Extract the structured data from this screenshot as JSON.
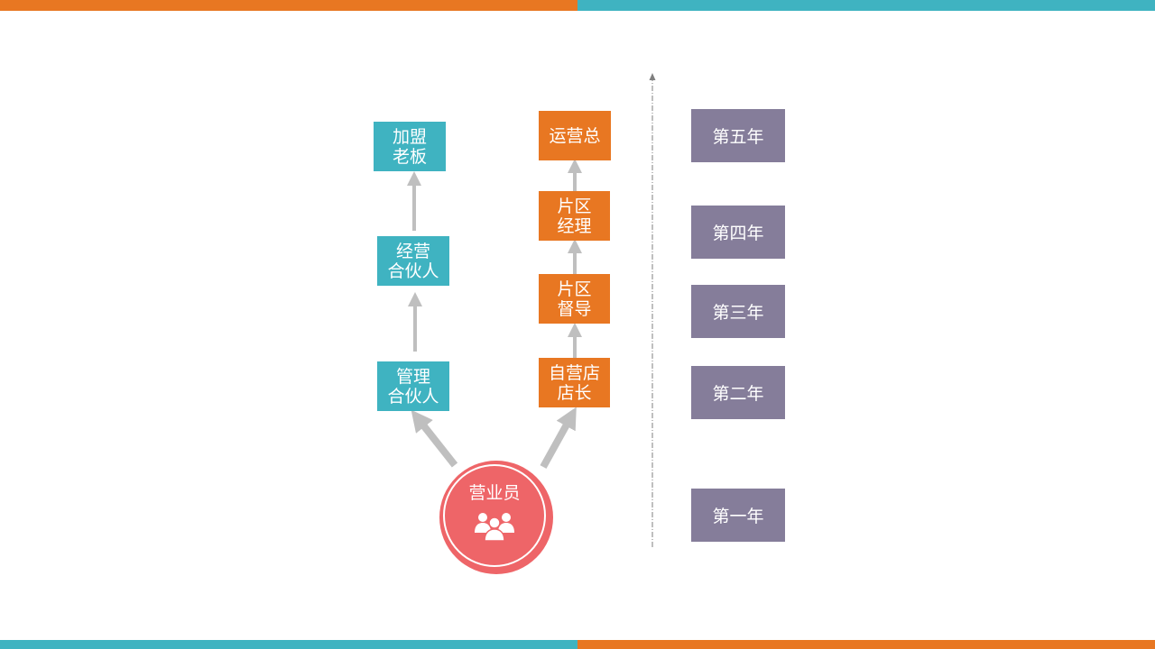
{
  "colors": {
    "orange": "#E87722",
    "teal": "#3FB3C1",
    "purple": "#857D9A",
    "coral": "#EE6568",
    "arrow": "#BFBFBF",
    "timeline": "#7F7F7F"
  },
  "franchise_path": {
    "steps": [
      {
        "line1": "管理",
        "line2": "合伙人"
      },
      {
        "line1": "经营",
        "line2": "合伙人"
      },
      {
        "line1": "加盟",
        "line2": "老板"
      }
    ]
  },
  "store_path": {
    "steps": [
      {
        "line1": "自营店",
        "line2": "店长"
      },
      {
        "line1": "片区",
        "line2": "督导"
      },
      {
        "line1": "片区",
        "line2": "经理"
      },
      {
        "line1": "运营总",
        "line2": ""
      }
    ]
  },
  "origin": {
    "label": "营业员",
    "icon": "people-group-icon"
  },
  "years": [
    "第一年",
    "第二年",
    "第三年",
    "第四年",
    "第五年"
  ]
}
